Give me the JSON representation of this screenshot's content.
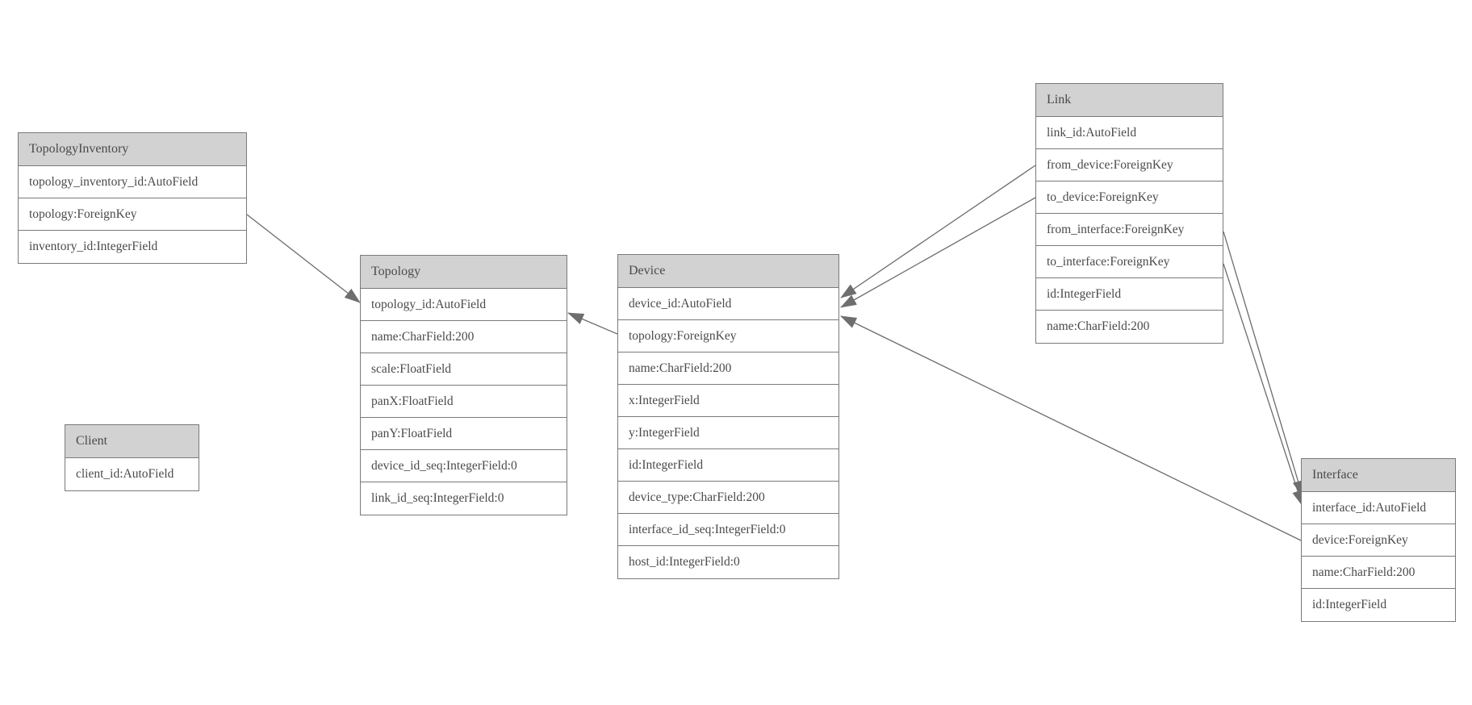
{
  "diagram": {
    "kind": "entity-relationship-model-diagram",
    "colors": {
      "background": "#ffffff",
      "header_fill": "#d2d2d2",
      "table_border": "#7a7a7a",
      "text": "#4a4a4a",
      "edge_line": "#6b6b6b",
      "arrowhead": "#6e6e6e"
    },
    "tables": {
      "topology_inventory": {
        "title": "TopologyInventory",
        "fields": [
          "topology_inventory_id:AutoField",
          "topology:ForeignKey",
          "inventory_id:IntegerField"
        ]
      },
      "topology": {
        "title": "Topology",
        "fields": [
          "topology_id:AutoField",
          "name:CharField:200",
          "scale:FloatField",
          "panX:FloatField",
          "panY:FloatField",
          "device_id_seq:IntegerField:0",
          "link_id_seq:IntegerField:0"
        ]
      },
      "client": {
        "title": "Client",
        "fields": [
          "client_id:AutoField"
        ]
      },
      "device": {
        "title": "Device",
        "fields": [
          "device_id:AutoField",
          "topology:ForeignKey",
          "name:CharField:200",
          "x:IntegerField",
          "y:IntegerField",
          "id:IntegerField",
          "device_type:CharField:200",
          "interface_id_seq:IntegerField:0",
          "host_id:IntegerField:0"
        ]
      },
      "link": {
        "title": "Link",
        "fields": [
          "link_id:AutoField",
          "from_device:ForeignKey",
          "to_device:ForeignKey",
          "from_interface:ForeignKey",
          "to_interface:ForeignKey",
          "id:IntegerField",
          "name:CharField:200"
        ]
      },
      "interface": {
        "title": "Interface",
        "fields": [
          "interface_id:AutoField",
          "device:ForeignKey",
          "name:CharField:200",
          "id:IntegerField"
        ]
      }
    },
    "edges": [
      {
        "from": "TopologyInventory.topology",
        "to": "Topology.topology_id"
      },
      {
        "from": "Device.topology",
        "to": "Topology.topology_id"
      },
      {
        "from": "Link.from_device",
        "to": "Device.device_id"
      },
      {
        "from": "Link.to_device",
        "to": "Device.device_id"
      },
      {
        "from": "Link.from_interface",
        "to": "Interface.interface_id"
      },
      {
        "from": "Link.to_interface",
        "to": "Interface.interface_id"
      },
      {
        "from": "Interface.device",
        "to": "Device.device_id"
      }
    ]
  }
}
